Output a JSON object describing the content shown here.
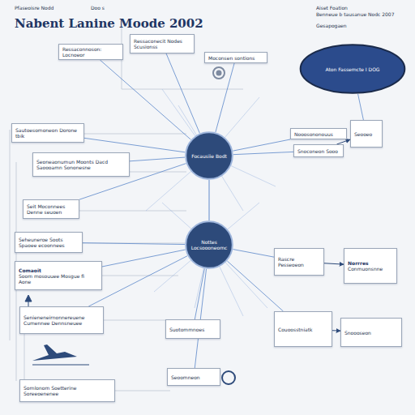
{
  "diagram": {
    "title": "Nabent Lanine Moode 2002",
    "nodes": [
      {
        "text": [
          "Ressaconnoson: Locnoeor"
        ]
      },
      {
        "text": [
          "Ressaconecit Nodes Scusionss"
        ]
      },
      {
        "text": [
          "Moconsen sontions"
        ]
      },
      {
        "text": [
          "Aton Fassemcte I DOG"
        ]
      },
      {
        "text": [
          "Sautoesomoneon Dorone tbik"
        ]
      },
      {
        "text": [
          "Seoneaonumun Moonts Dacd Saoooamn Sononesne"
        ]
      },
      {
        "text": [
          "Focausiie Bodt"
        ]
      },
      {
        "text": [
          "Nooosononouus"
        ]
      },
      {
        "text": [
          "Snoconeon Sooo"
        ]
      },
      {
        "text": [
          "Seooeo"
        ]
      },
      {
        "text": [
          "Seit Moconnees Denne seuoen"
        ]
      },
      {
        "text": [
          "Seheuneroe Soots Spaoee ecoonnees"
        ]
      },
      {
        "text": [
          "Nottes Locsoooneomc"
        ]
      },
      {
        "text": [
          "Rascre Pesseoeon"
        ]
      },
      {
        "text": [
          "Norrres",
          "Conmuonsnne"
        ]
      },
      {
        "text": [
          "Comaoit",
          "Soom mosouuee Mosgue fi Aone"
        ]
      },
      {
        "text": [
          "Senieneneirnonnereuene Cumennee Dennsneuee"
        ]
      },
      {
        "text": [
          "Sornlonom Soetterine Soreeoenenee"
        ]
      },
      {
        "text": [
          "Couoosstniatk"
        ]
      },
      {
        "text": [
          "Snoooseon"
        ]
      },
      {
        "text": [
          "Suotommnoes"
        ]
      },
      {
        "text": [
          "Seoomneon"
        ]
      }
    ],
    "edges": [
      {
        "from": 6,
        "to": 0,
        "arrow": "none"
      },
      {
        "from": 6,
        "to": 1,
        "arrow": "none"
      },
      {
        "from": 6,
        "to": 2,
        "arrow": "none"
      },
      {
        "from": 6,
        "to": 4,
        "arrow": "none"
      },
      {
        "from": 6,
        "to": 5,
        "arrow": "none"
      },
      {
        "from": 6,
        "to": 7,
        "arrow": "none"
      },
      {
        "from": 6,
        "to": 8,
        "arrow": "none"
      },
      {
        "from": 6,
        "to": 10,
        "arrow": "none"
      },
      {
        "from": 6,
        "to": 12,
        "arrow": "none"
      },
      {
        "from": 12,
        "to": 11,
        "arrow": "none"
      },
      {
        "from": 12,
        "to": 13,
        "arrow": "none"
      },
      {
        "from": 12,
        "to": 15,
        "arrow": "none"
      },
      {
        "from": 12,
        "to": 16,
        "arrow": "none"
      },
      {
        "from": 12,
        "to": 18,
        "arrow": "none"
      },
      {
        "from": 12,
        "to": 20,
        "arrow": "none"
      },
      {
        "from": 12,
        "to": 21,
        "arrow": "none"
      },
      {
        "from": 3,
        "to": 9,
        "arrow": "none"
      },
      {
        "from": 8,
        "to": 9,
        "arrow": "to"
      },
      {
        "from": 13,
        "to": 14,
        "arrow": "to"
      },
      {
        "from": 18,
        "to": 19,
        "arrow": "to"
      }
    ],
    "labels": [
      "Pfaseoisre Nodd",
      "Doo s",
      "Aiset Foation",
      "Benneue b tausanue Nodc 2007",
      "Gesapogaen"
    ]
  }
}
